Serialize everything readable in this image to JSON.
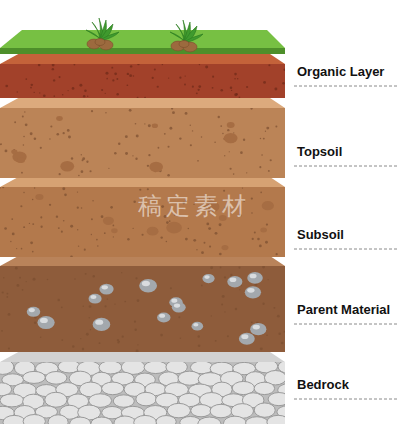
{
  "diagram": {
    "labels": [
      "Organic Layer",
      "Topsoil",
      "Subsoil",
      "Parent Material",
      "Bedrock",
      "稿定素材"
    ]
  }
}
